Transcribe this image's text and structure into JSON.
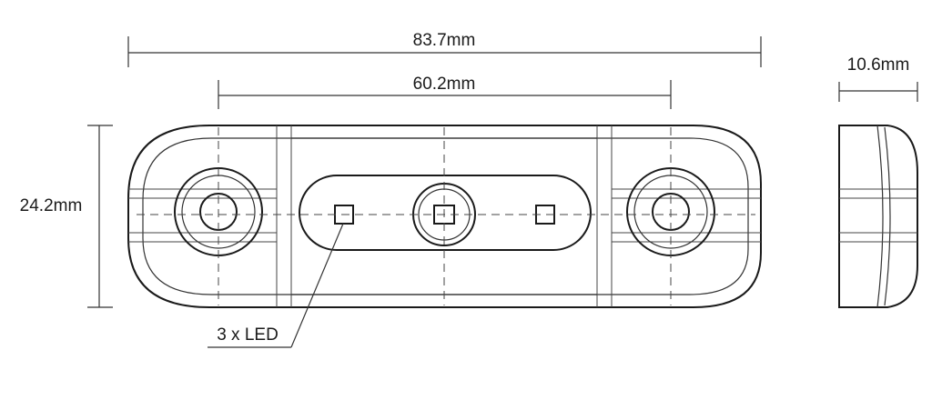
{
  "dimensions": {
    "overall_length": "83.7mm",
    "led_spacing": "60.2mm",
    "height": "24.2mm",
    "depth": "10.6mm"
  },
  "callouts": {
    "led_label": "3 x LED"
  }
}
